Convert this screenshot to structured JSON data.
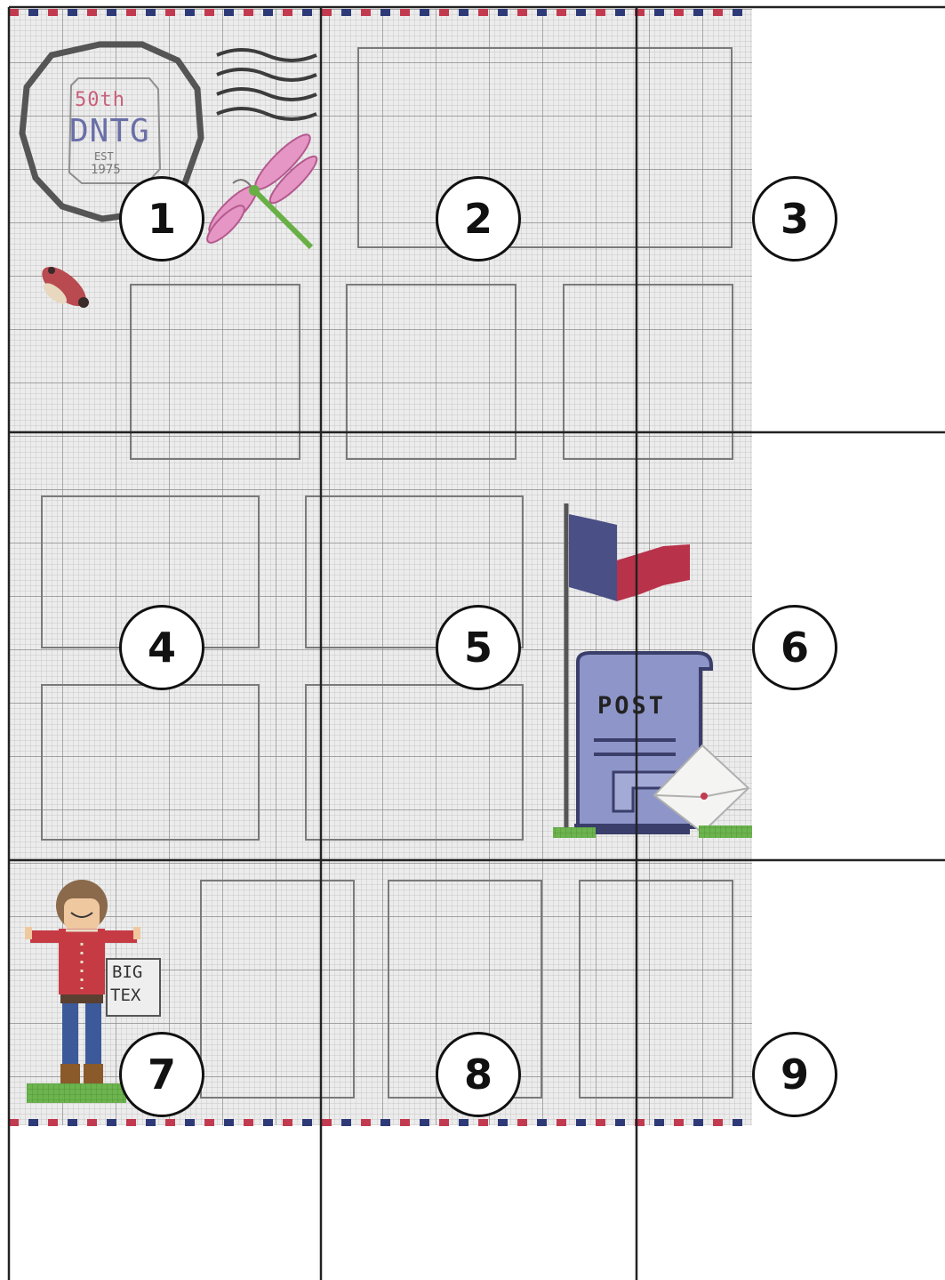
{
  "page_numbers": [
    "1",
    "2",
    "3",
    "4",
    "5",
    "6",
    "7",
    "8",
    "9"
  ],
  "stamp": {
    "line1": "50th",
    "line2": "DNTG",
    "line3": "EST",
    "line4": "1975"
  },
  "mailbox": {
    "label": "POST"
  },
  "sign": {
    "line1": "BIG",
    "line2": "TEX"
  },
  "colors": {
    "fabric": "#ececec",
    "airmail_red": "#c23a4f",
    "airmail_blue": "#2e3a78",
    "flag_blue": "#4a4f86",
    "flag_red": "#b8324a",
    "mailbox_blue": "#8e95c8",
    "dragonfly_pink": "#d77fb0",
    "grass_green": "#66b24a",
    "shirt_red": "#c63a44",
    "hair_brown": "#8a6a4a"
  },
  "icons": [
    "postmark-stamp-icon",
    "wavy-cancel-lines-icon",
    "dragonfly-icon",
    "ladybug-icon",
    "flag-icon",
    "mailbox-icon",
    "envelope-icon",
    "big-tex-figure-icon",
    "big-tex-sign-icon"
  ]
}
